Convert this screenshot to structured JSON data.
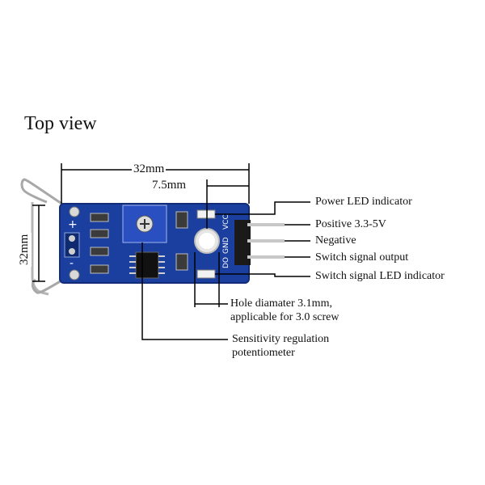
{
  "diagram": {
    "title": "Top view",
    "dimensions": {
      "board_width": "32mm",
      "pin_spacing": "7.5mm",
      "board_height": "32mm"
    },
    "annotations": {
      "power_led": "Power LED indicator",
      "positive": "Positive 3.3-5V",
      "negative": "Negative",
      "signal_output": "Switch signal output",
      "signal_led": "Switch signal LED indicator",
      "hole_line1": "Hole diamater 3.1mm,",
      "hole_line2": "applicable for 3.0 screw",
      "pot_line1": "Sensitivity regulation",
      "pot_line2": "potentiometer"
    },
    "board_marks": {
      "vcc": "VCC",
      "gnd": "GND",
      "do": "DO",
      "plus": "+",
      "minus": "-"
    },
    "colors": {
      "pcb": "#1b3f9e",
      "pcb_dark": "#122c78",
      "potentiometer": "#2a4fc0",
      "header": "#1a1a1a",
      "pins": "#c8c8c8",
      "lines": "#000000"
    }
  }
}
